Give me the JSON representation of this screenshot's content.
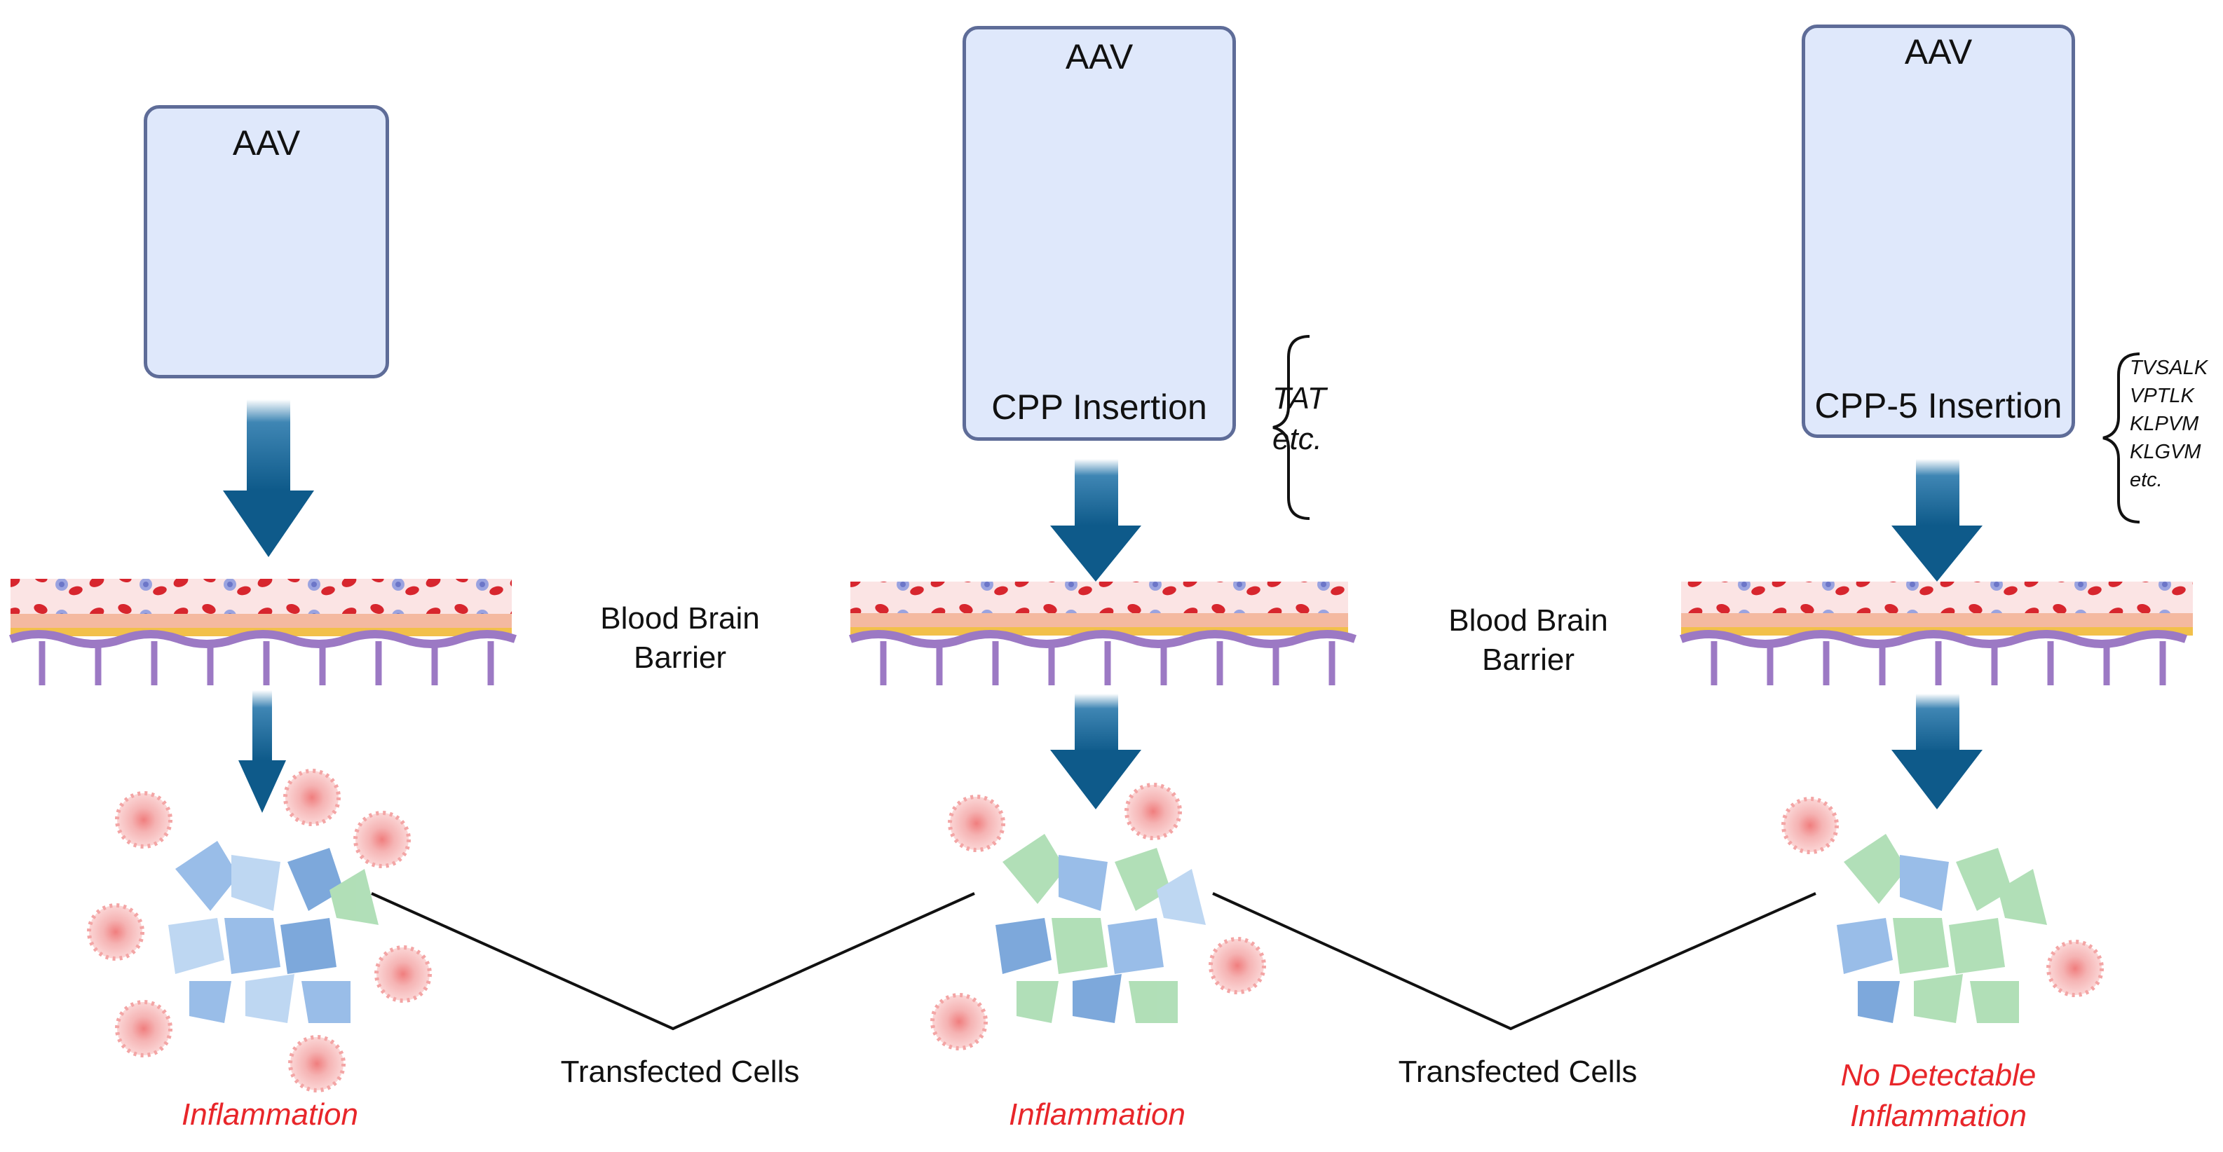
{
  "panels": [
    {
      "box_title": "AAV",
      "insertion_label": "",
      "brace_items": [],
      "outcome": [
        "Inflammation"
      ]
    },
    {
      "box_title": "AAV",
      "insertion_label": "CPP Insertion",
      "brace_items": [
        "TAT",
        "etc."
      ],
      "outcome": [
        "Inflammation"
      ]
    },
    {
      "box_title": "AAV",
      "insertion_label": "CPP-5 Insertion",
      "brace_items": [
        "TVSALK",
        "VPTLK",
        "KLPVM",
        "KLGVM",
        "etc."
      ],
      "outcome": [
        "No Detectable",
        "Inflammation"
      ]
    }
  ],
  "middle_labels": {
    "bbb_1": [
      "Blood Brain",
      "Barrier"
    ],
    "bbb_2": [
      "Blood Brain",
      "Barrier"
    ],
    "transfected_1": "Transfected Cells",
    "transfected_2": "Transfected Cells"
  },
  "colors": {
    "box_fill": "#dfe8fb",
    "box_border": "#5e6c98",
    "arrow": "#0e5a8a",
    "virus": "#2f8a45",
    "cpp_peptide": "#e0506e",
    "cpp5_peptide": "#f08a50",
    "inflammation_text": "#e8262a",
    "immune_cell": "#f3a5a5",
    "cell_blue": "#8fb6e6",
    "cell_green": "#a9dcb0"
  }
}
